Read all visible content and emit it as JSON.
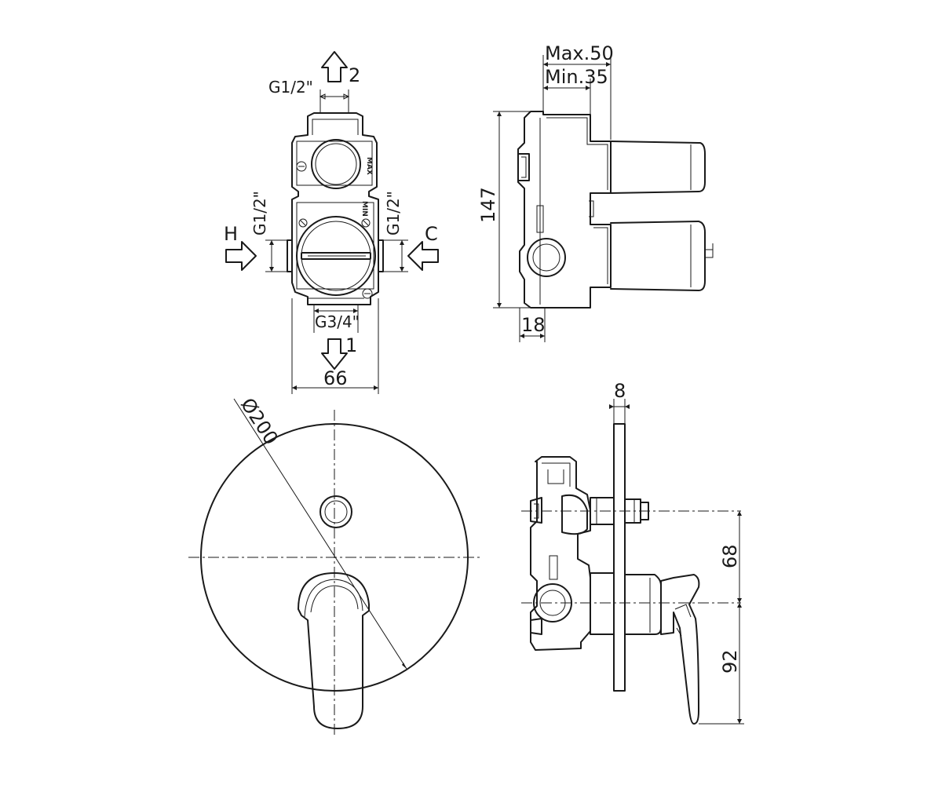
{
  "labels": {
    "outlet_2": "2",
    "outlet_1": "1",
    "hot": "H",
    "cold": "C",
    "g12_top": "G1/2\"",
    "g12_left": "G1/2\"",
    "g12_right": "G1/2\"",
    "g34": "G3/4\"",
    "width_66": "66",
    "max50": "Max.50",
    "min35": "Min.35",
    "height_147": "147",
    "depth_18": "18",
    "diameter_200": "Ø200",
    "plate_8": "8",
    "dist_68": "68",
    "dist_92": "92",
    "max_mark": "MAX",
    "min_mark": "MIN"
  }
}
